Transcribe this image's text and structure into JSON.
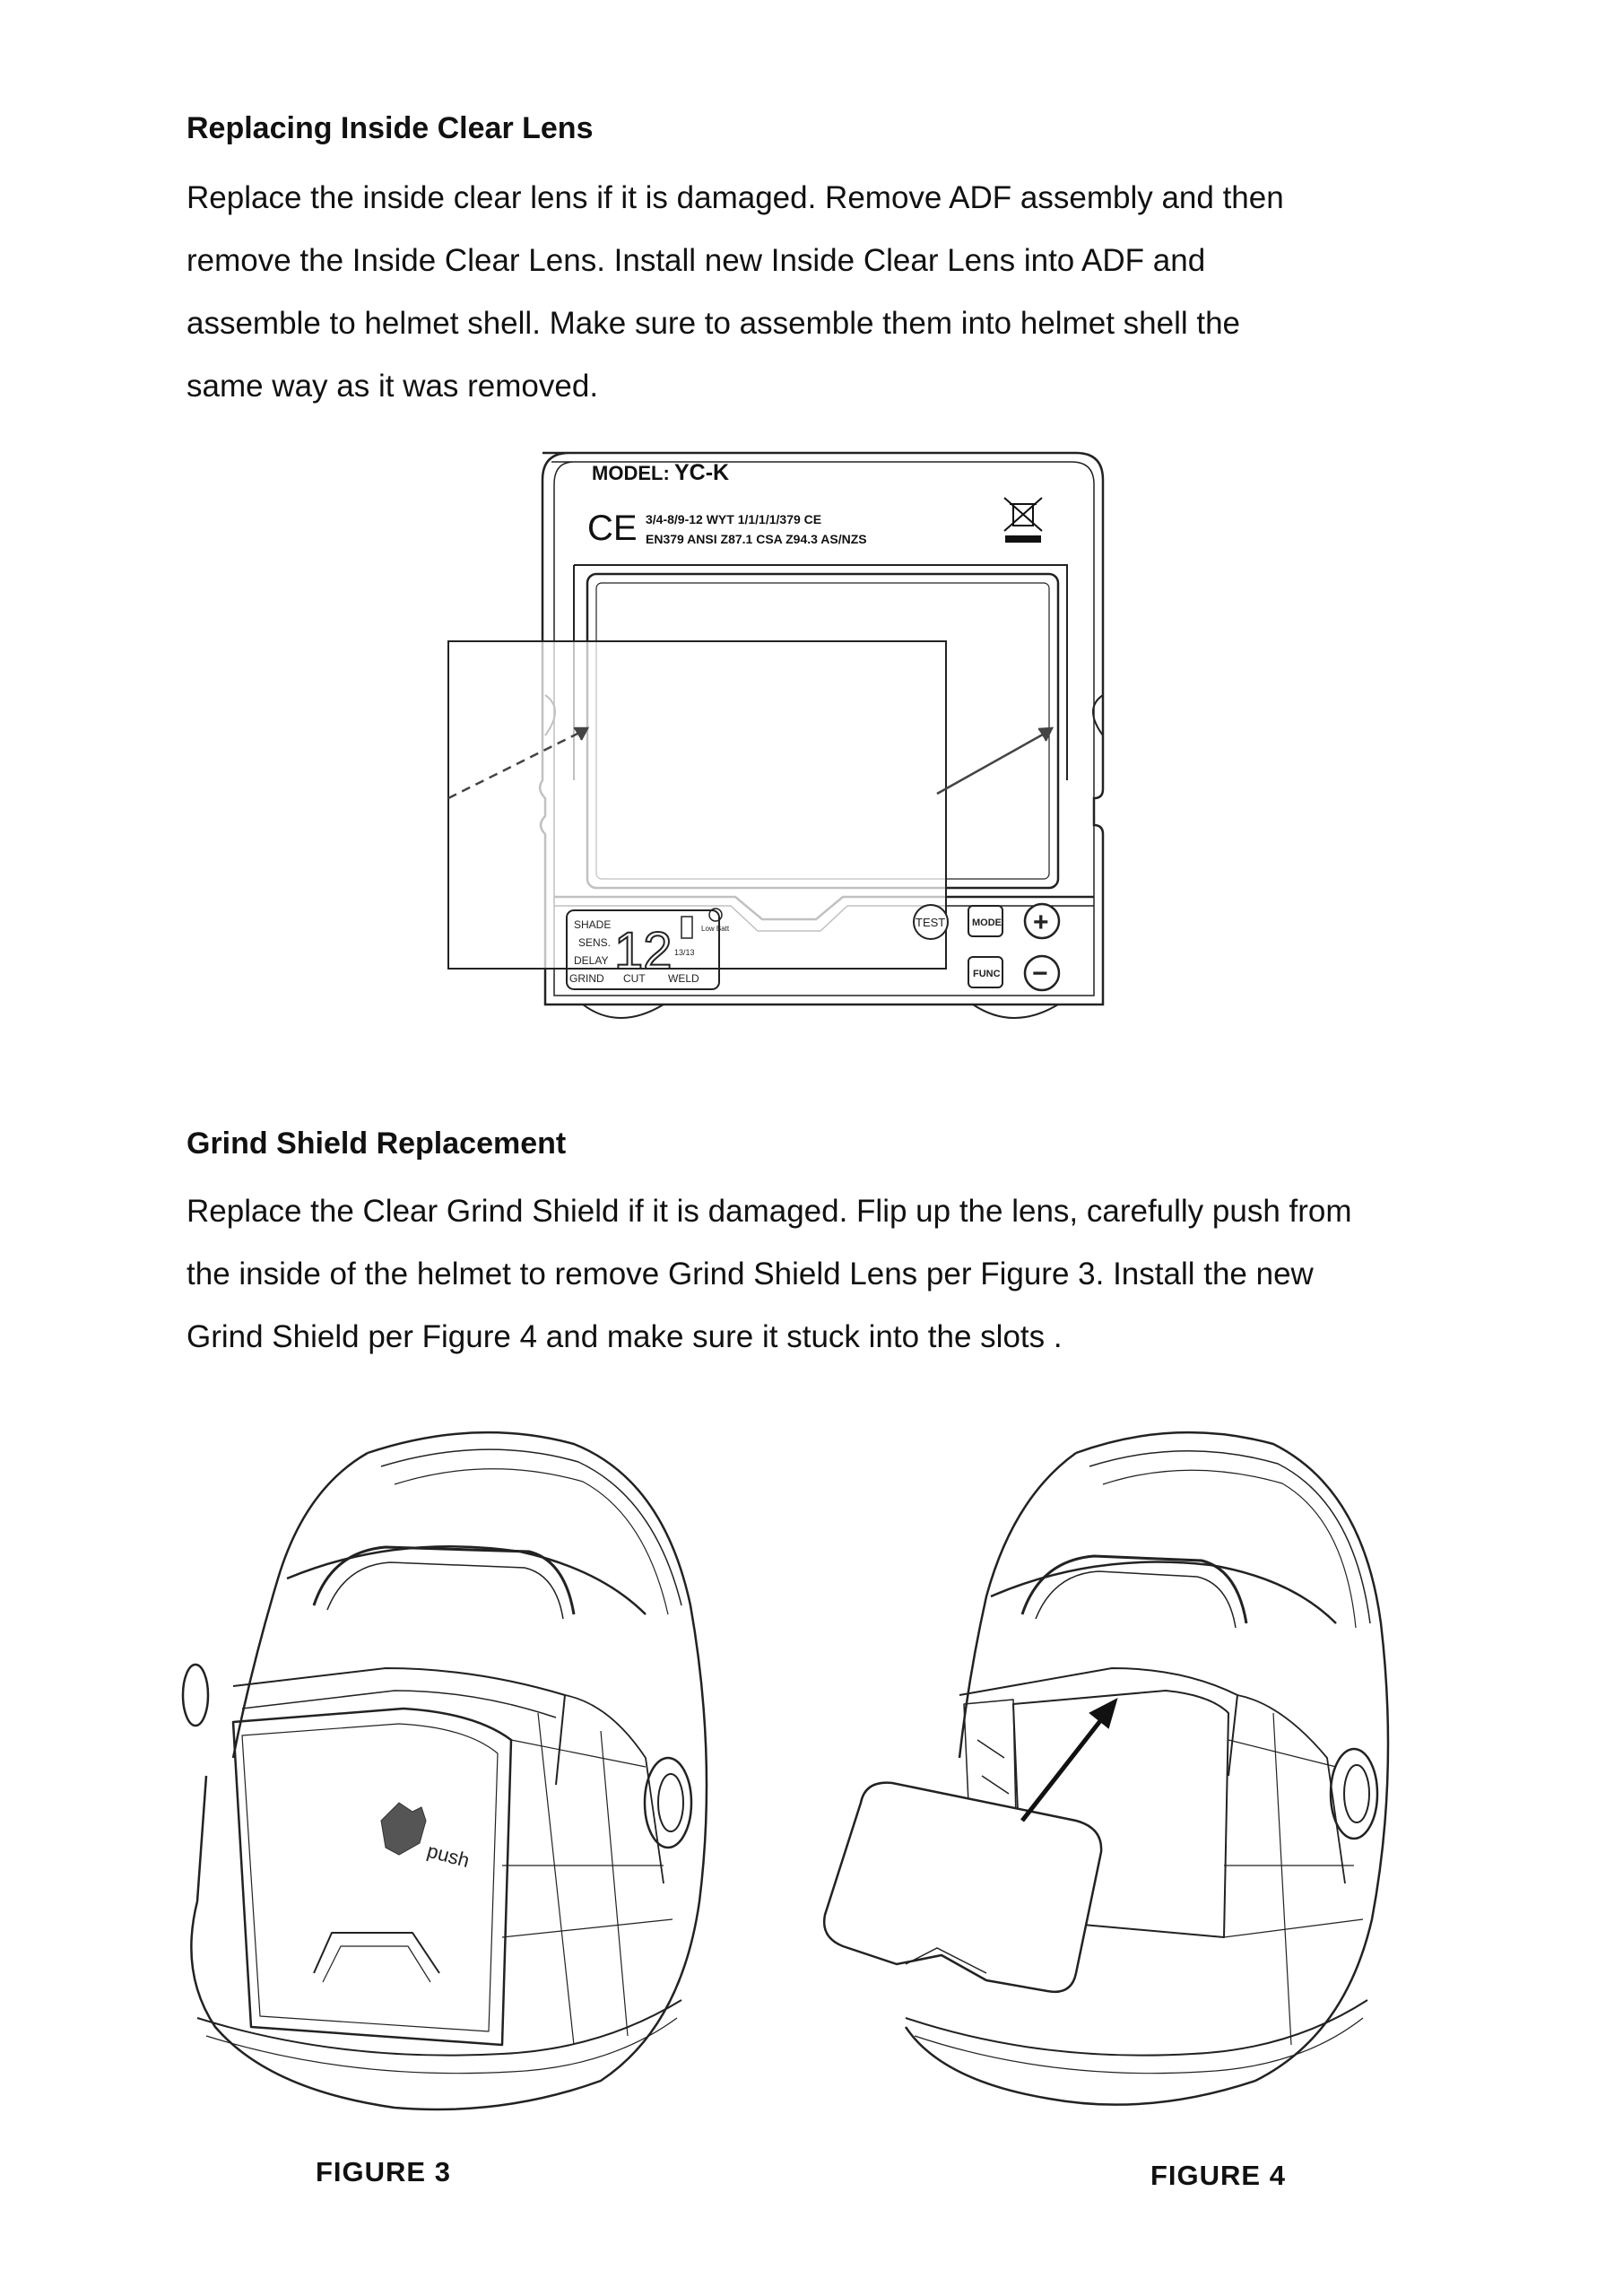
{
  "sections": [
    {
      "heading": "Replacing Inside Clear Lens",
      "lines": [
        "Replace the inside clear lens if it is damaged. Remove ADF assembly and then",
        "remove the Inside Clear Lens. Install new Inside Clear Lens into ADF and",
        "assemble to helmet shell. Make sure to assemble them into helmet shell the",
        "same way as it was removed."
      ]
    },
    {
      "heading": "Grind Shield Replacement",
      "lines": [
        "Replace the Clear Grind Shield if it is damaged. Flip up the lens, carefully push from",
        "the inside of the helmet to remove Grind Shield Lens per Figure 3. Install the new",
        "Grind Shield per Figure 4 and make sure it stuck into the slots ."
      ]
    }
  ],
  "adf_diagram": {
    "model_label": "MODEL:",
    "model_value": "YC-K",
    "ce_mark": "CE",
    "spec_line_1": "3/4-8/9-12  WYT  1/1/1/1/379  CE",
    "spec_line_2": "EN379  ANSI Z87.1  CSA Z94.3  AS/NZS",
    "lcd": {
      "shade": "SHADE",
      "sens": "SENS.",
      "delay": "DELAY",
      "grind": "GRIND",
      "cut": "CUT",
      "weld": "WELD",
      "digits": "12",
      "low_batt": "Low Batt",
      "range": "13/13"
    },
    "buttons": {
      "test": "TEST",
      "mode": "MODE",
      "func": "FUNC",
      "plus": "+",
      "minus": "−"
    },
    "icons": [
      "weee-bin-icon",
      "ce-mark-icon",
      "arrow-icon"
    ]
  },
  "figures": [
    {
      "caption": "FIGURE 3",
      "label": "push"
    },
    {
      "caption": "FIGURE 4"
    }
  ]
}
